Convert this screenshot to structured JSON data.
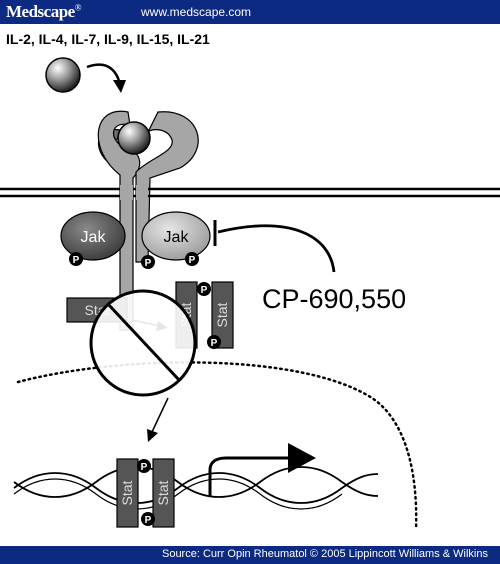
{
  "header": {
    "logo_text": "Medscape",
    "logo_mark": "®",
    "url": "www.medscape.com"
  },
  "figure": {
    "title": "IL-2, IL-4, IL-7, IL-9, IL-15, IL-21",
    "jak_label": "Jak",
    "stat_label": "Stat",
    "phospho_label": "P",
    "inhibitor_label": "CP-690,550"
  },
  "footer": {
    "source": "Source: Curr Opin Rheumatol © 2005 Lippincott Williams & Wilkins"
  },
  "colors": {
    "banner": "#0d2a82",
    "receptor": "#a6a6a6",
    "dark_gray": "#555555",
    "line": "#000000"
  }
}
